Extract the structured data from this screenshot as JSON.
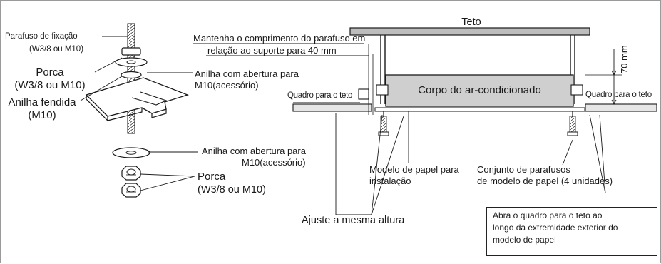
{
  "left_diagram": {
    "screw_label_1": "Parafuso de fixação",
    "screw_label_2": "(W3/8 ou M10)",
    "nut_label_1": "Porca",
    "nut_label_2": "(W3/8 ou M10)",
    "washer_top_label_1": "Anilha com abertura para",
    "washer_top_label_2": "M10(acessório)",
    "split_washer_label_1": "Anilha fendida",
    "split_washer_label_2": "(M10)",
    "washer_bottom_label_1": "Anilha com abertura para",
    "washer_bottom_label_2": "M10(acessório)",
    "nut_bottom_label_1": "Porca",
    "nut_bottom_label_2": "(W3/8 ou M10)"
  },
  "right_diagram": {
    "ceiling": "Teto",
    "bolt_note_1": "Mantenha o comprimento do parafuso em",
    "bolt_note_2": "relação ao suporte para 40 mm",
    "dimension": "70 mm",
    "unit_body": "Corpo do ar-condicionado",
    "ceiling_frame_left": "Quadro para o teto",
    "ceiling_frame_right": "Quadro para o teto",
    "paper_template_1": "Modelo de papel para",
    "paper_template_2": "instalação",
    "screw_set_1": "Conjunto de parafusos",
    "screw_set_2": "de modelo de papel (4 unidades)",
    "same_height": "Ajuste a mesma altura",
    "open_frame_1": "Abra o quadro para o teto ao",
    "open_frame_2": "longo da extremidade exterior do",
    "open_frame_3": "modelo de papel"
  },
  "colors": {
    "line": "#1a1a1a",
    "unit_fill": "#cfcfcf",
    "ceiling_fill": "#bdbdbd",
    "frame_fill": "#e6e6e6",
    "border": "#9a9a9a"
  }
}
